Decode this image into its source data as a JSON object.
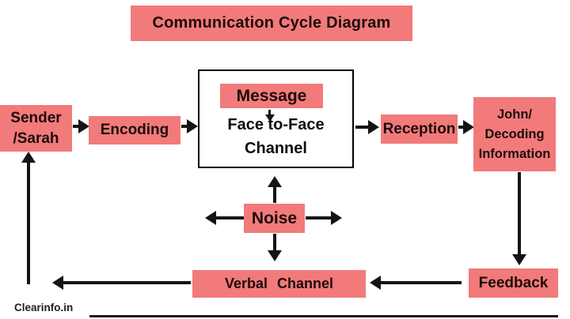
{
  "title": "Communication Cycle Diagram",
  "watermark": "Clearinfo.in",
  "colors": {
    "accent": "#f27a7a",
    "arrow_ink": "#141414",
    "label_ink": "#1c0b0b",
    "channel_border": "#000000",
    "background": "#ffffff"
  },
  "nodes": {
    "sender": {
      "line1": "Sender",
      "line2": "/Sarah"
    },
    "encoding": {
      "label": "Encoding"
    },
    "channel": {
      "message": "Message",
      "line1": "Face to-Face",
      "line2": "Channel"
    },
    "reception": {
      "label": "Reception"
    },
    "decoder": {
      "line1": "John/",
      "line2": "Decoding",
      "line3": "Information"
    },
    "noise": {
      "label": "Noise"
    },
    "verbal": {
      "label": "Verbal Channel"
    },
    "feedback": {
      "label": "Feedback"
    }
  }
}
